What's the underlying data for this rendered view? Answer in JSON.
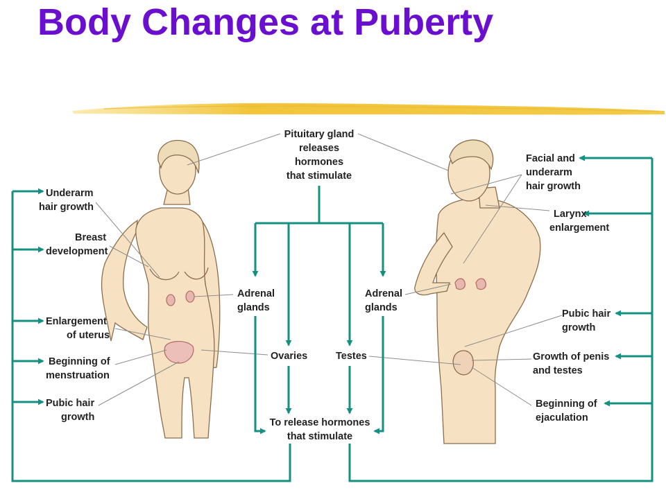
{
  "title": "Body Changes at Puberty",
  "colors": {
    "title": "#6a0fcf",
    "flow": "#159080",
    "highlight": "#f1c43a",
    "skin": "#f6e2c2"
  },
  "labels": {
    "pituitary": [
      "Pituitary gland",
      "releases",
      "hormones",
      "that stimulate"
    ],
    "adrenal_left": [
      "Adrenal",
      "glands"
    ],
    "adrenal_right": [
      "Adrenal",
      "glands"
    ],
    "ovaries": "Ovaries",
    "testes": "Testes",
    "release": [
      "To release hormones",
      "that stimulate"
    ],
    "female": {
      "underarm": [
        "Underarm",
        "hair growth"
      ],
      "breast": [
        "Breast",
        "development"
      ],
      "uterus": [
        "Enlargement",
        "of uterus"
      ],
      "menstruation": [
        "Beginning of",
        "menstruation"
      ],
      "pubic": [
        "Pubic hair",
        "growth"
      ]
    },
    "male": {
      "facial": [
        "Facial and",
        "underarm",
        "hair growth"
      ],
      "larynx": [
        "Larynx",
        "enlargement"
      ],
      "pubic": [
        "Pubic hair",
        "growth"
      ],
      "penis": [
        "Growth of penis",
        "and testes"
      ],
      "ejaculation": [
        "Beginning of",
        "ejaculation"
      ]
    }
  }
}
